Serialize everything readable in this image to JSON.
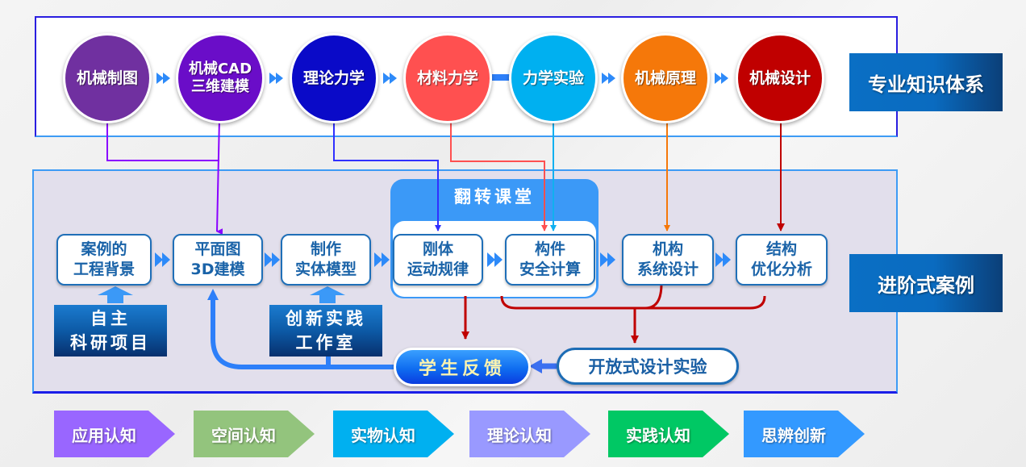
{
  "knowledge_system": {
    "label": "专业知识体系",
    "courses": [
      {
        "label": "机械制图",
        "color": "#7030a0"
      },
      {
        "label": "机械CAD\n三维建模",
        "color": "#6a0dc8"
      },
      {
        "label": "理论力学",
        "color": "#0a0ac8"
      },
      {
        "label": "材料力学",
        "color": "#ff5050"
      },
      {
        "label": "力学实验",
        "color": "#00b0f0"
      },
      {
        "label": "机械原理",
        "color": "#f5780a"
      },
      {
        "label": "机械设计",
        "color": "#c00000"
      }
    ]
  },
  "progressive_cases": {
    "label": "进阶式案例",
    "flip_classroom": "翻转课堂",
    "nodes": [
      {
        "line1": "案例的",
        "line2": "工程背景"
      },
      {
        "line1": "平面图",
        "line2": "3D建模"
      },
      {
        "line1": "制作",
        "line2": "实体模型"
      },
      {
        "line1": "刚体",
        "line2": "运动规律"
      },
      {
        "line1": "构件",
        "line2": "安全计算"
      },
      {
        "line1": "机构",
        "line2": "系统设计"
      },
      {
        "line1": "结构",
        "line2": "优化分析"
      }
    ],
    "supports": [
      {
        "line1": "自主",
        "line2": "科研项目"
      },
      {
        "line1": "创新实践",
        "line2": "工作室"
      }
    ],
    "student_feedback": "学生反馈",
    "open_design_experiment": "开放式设计实验"
  },
  "cognition_stages": [
    {
      "label": "应用认知",
      "color": "#9966ff"
    },
    {
      "label": "空间认知",
      "color": "#93c47d"
    },
    {
      "label": "实物认知",
      "color": "#00b0f0"
    },
    {
      "label": "理论认知",
      "color": "#9999ff"
    },
    {
      "label": "实践认知",
      "color": "#00c864"
    },
    {
      "label": "思辨创新",
      "color": "#3399ff"
    }
  ],
  "colors": {
    "arrow_blue": "#2d7ff9",
    "line_dark_red": "#c00000"
  }
}
